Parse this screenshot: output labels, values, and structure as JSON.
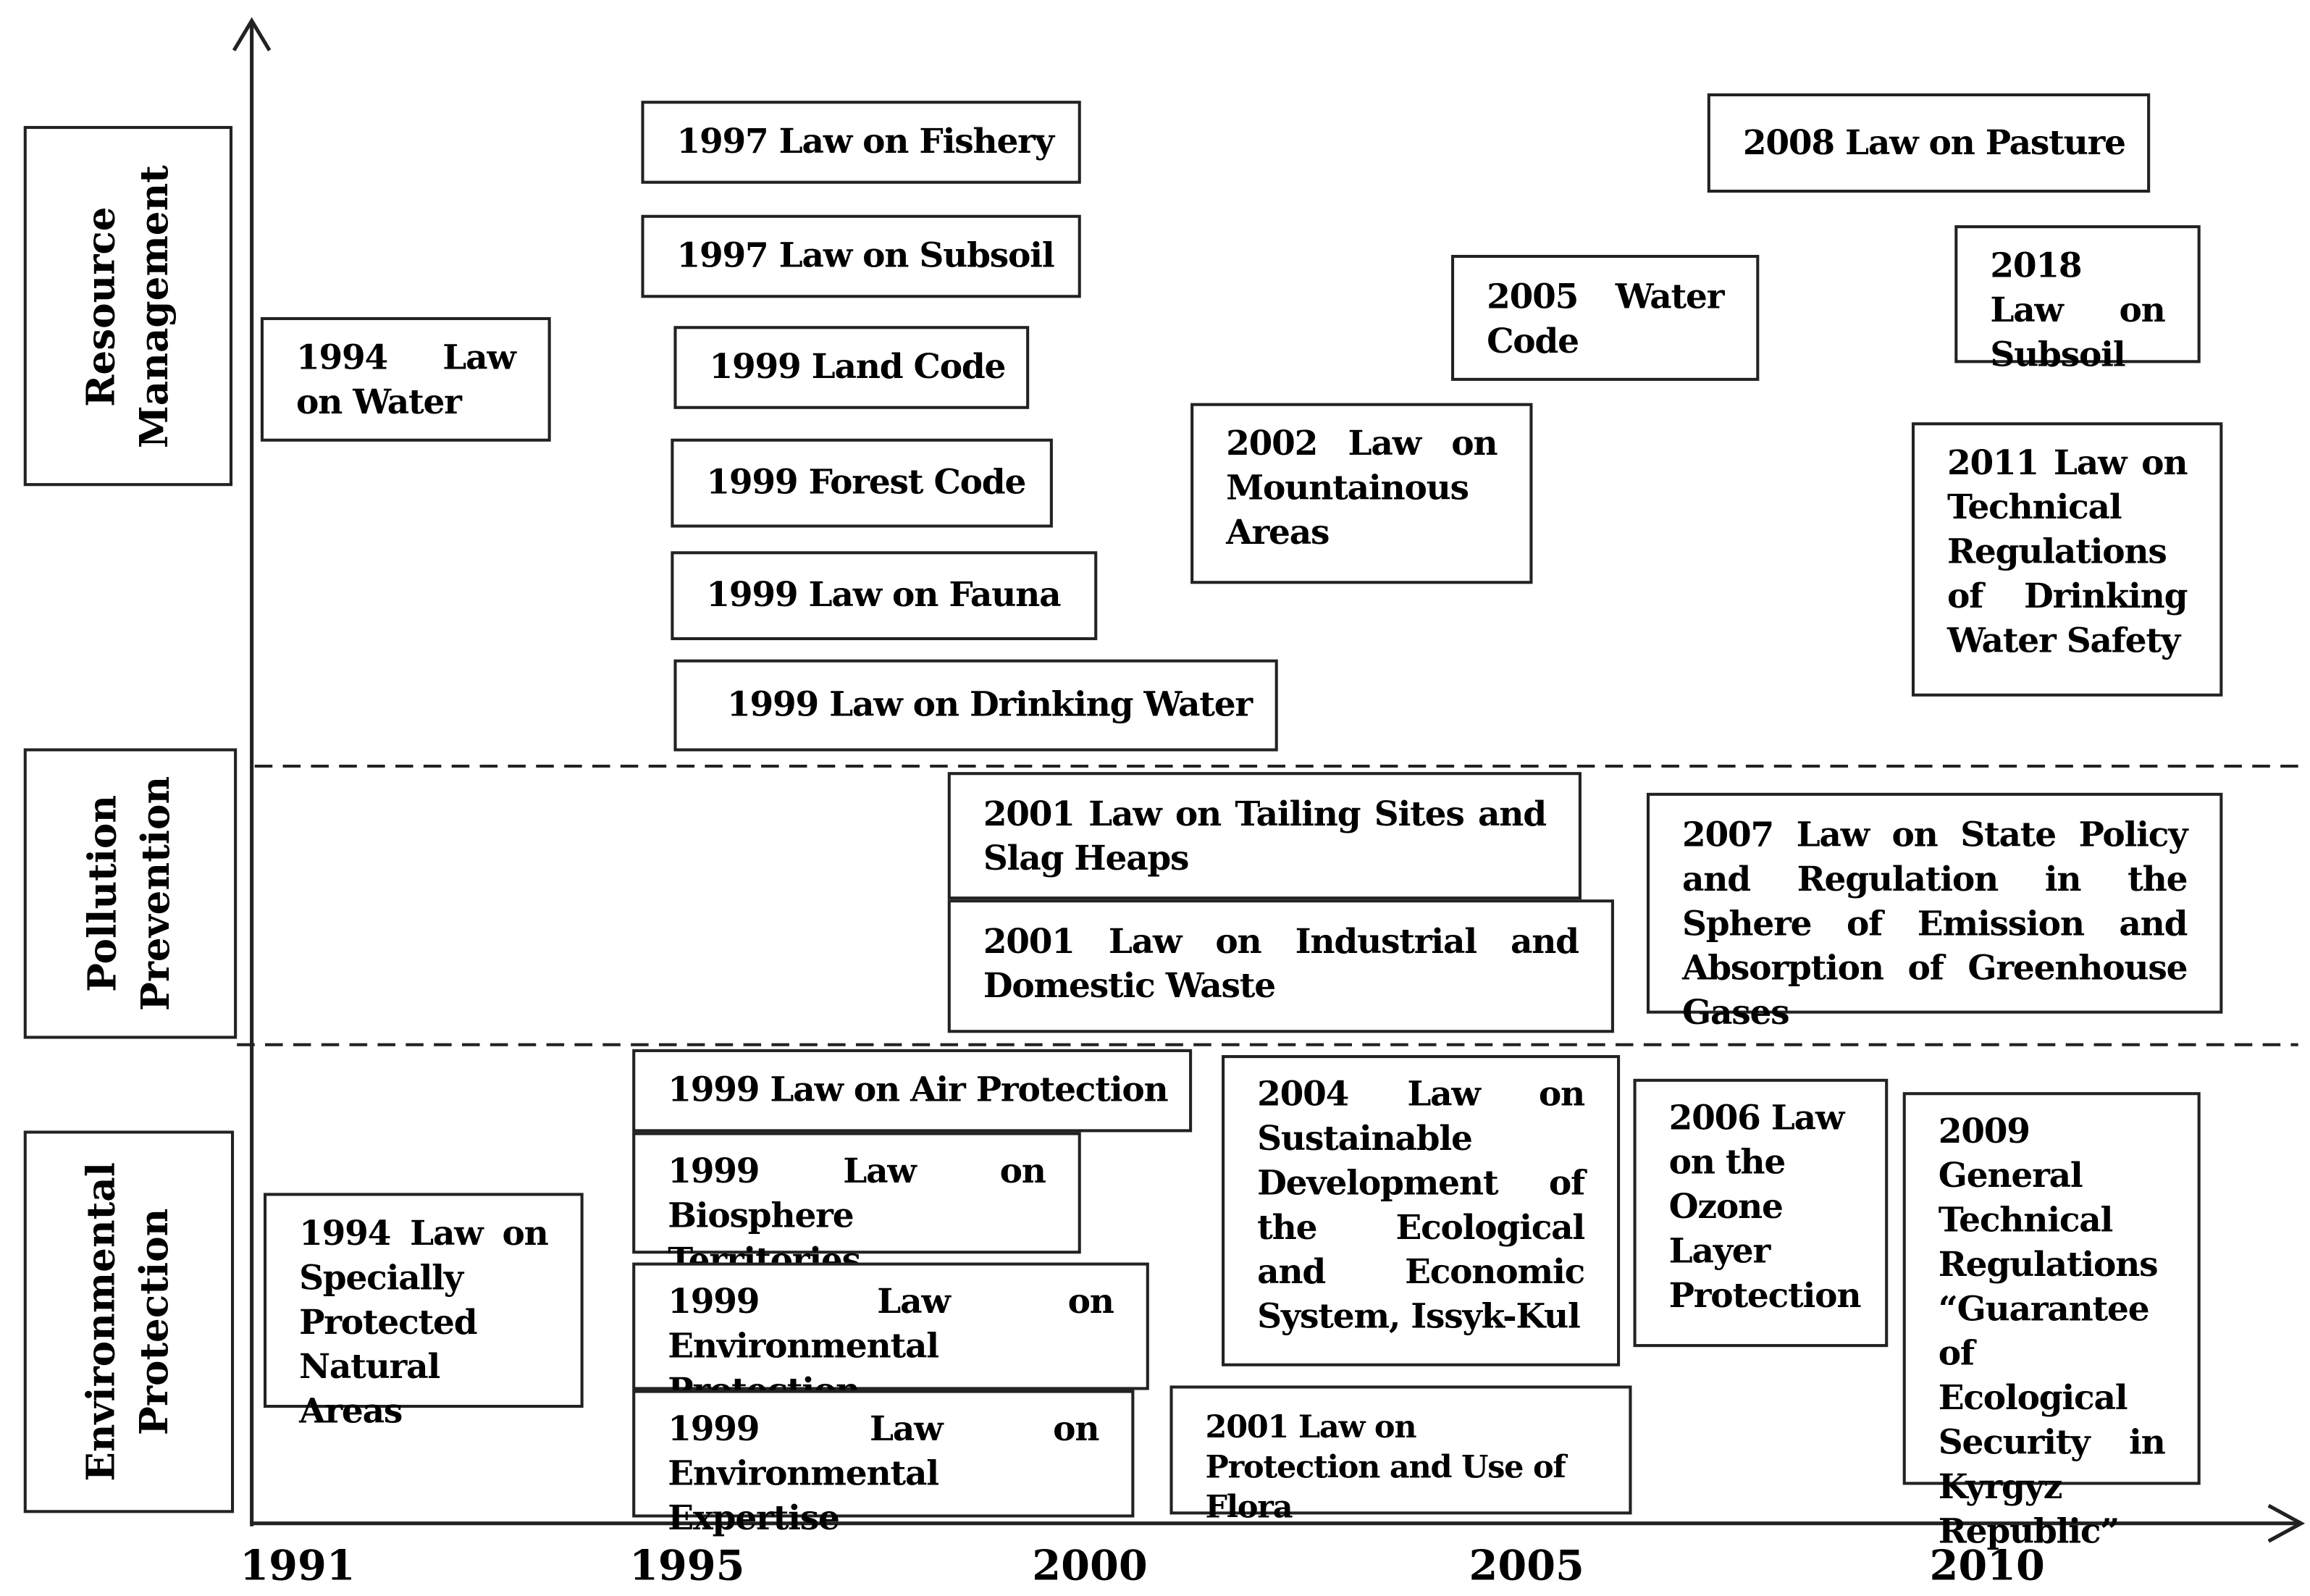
{
  "categories": {
    "resource": "Resource\nManagement",
    "pollution": "Pollution\nPrevention",
    "environmental": "Environmental\nProtection"
  },
  "years": [
    "1991",
    "1995",
    "2000",
    "2005",
    "2010"
  ],
  "laws": {
    "law_1997_fishery": "1997  Law on Fishery",
    "law_1997_subsoil": "1997  Law on Subsoil",
    "law_1999_land": "1999  Land Code",
    "law_1999_forest": "1999  Forest Code",
    "law_1999_fauna": "1999  Law on Fauna",
    "law_1999_drinking": "1999  Law on Drinking Water",
    "law_1994_water": "1994  Law on Water",
    "law_2002_mountain": "2002  Law on Mountainous Areas",
    "law_2005_water": "2005  Water Code",
    "law_2008_pasture": "2008  Law on Pasture",
    "law_2018_subsoil": "2018  Law on Subsoil",
    "law_2011_technical": "2011  Law on Technical Regulations of Drinking Water Safety",
    "law_2001_tailing": "2001  Law on Tailing Sites and Slag Heaps",
    "law_2001_waste": "2001  Law on Industrial and Domestic Waste",
    "law_2007_state": "2007  Law on State Policy and Regulation in the Sphere of Emission and Absorption of Greenhouse Gases",
    "law_1999_air": "1999  Law on Air Protection",
    "law_1999_biosphere": "1999  Law on Biosphere Territories",
    "law_1999_environmental": "1999  Law on Environmental Protection",
    "law_1999_expertise": "1999  Law on Environmental Expertise",
    "law_1994_protected": "1994  Law on Specially Protected Natural Areas",
    "law_2004_sustainable": "2004  Law on Sustainable Development of the Ecological and Economic System, Issyk-Kul",
    "law_2001_flora": "2001  Law on Protection and Use of Flora",
    "law_2006_ozone": "2006  Law on the Ozone Layer Protection",
    "law_2009_general": "2009  General Technical Regulations “Guarantee of Ecological Security in Kyrgyz Republic”"
  }
}
